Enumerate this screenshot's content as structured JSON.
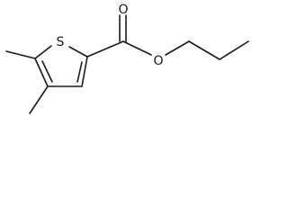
{
  "molecule": {
    "atoms": {
      "sulfur": "S",
      "carbonyl_oxygen": "O",
      "ester_oxygen": "O"
    }
  }
}
